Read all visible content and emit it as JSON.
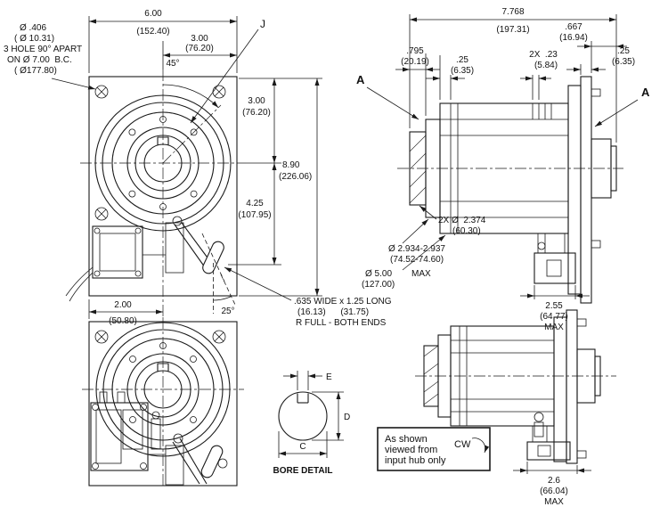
{
  "meta": {
    "description": "Clutch brake dimensional engineering drawing",
    "line_color": "#1a1a1a",
    "bg_color": "#ffffff"
  },
  "front_view": {
    "width": "6.00",
    "width_mm": "(152.40)",
    "half_width": "3.00",
    "half_width_mm": "(76.20)",
    "angle_top": "45°",
    "j_label": "J",
    "hole_note": [
      "Ø .406",
      "( Ø 10.31)",
      "3 HOLE 90° APART",
      "ON Ø 7.00  B.C.",
      "( Ø177.80)"
    ],
    "right_dim_1": "3.00",
    "right_dim_1_mm": "(76.20)",
    "right_dim_2": "8.90",
    "right_dim_2_mm": "(226.06)",
    "right_dim_3": "4.25",
    "right_dim_3_mm": "(107.95)",
    "bottom_dim": "2.00",
    "bottom_dim_mm": "(50.80)",
    "slot_angle": "25°",
    "slot_note": [
      ".635 WIDE x 1.25 LONG",
      "(16.13)      (31.75)",
      "R FULL - BOTH ENDS"
    ]
  },
  "side_view": {
    "overall": "7.768",
    "overall_mm": "(197.31)",
    "dim_667": ".667",
    "dim_667_mm": "(16.94)",
    "dim_795": ".795",
    "dim_795_mm": "(20.19)",
    "dim_25_left": ".25",
    "dim_25_left_mm": "(6.35)",
    "dim_23": "2X  .23",
    "dim_23_mm": "(5.84)",
    "dim_25_right": ".25",
    "dim_25_right_mm": "(6.35)",
    "section_label_left": "A",
    "section_label_right": "A",
    "hub_dia": "2X Ø  2.374",
    "hub_dia_mm": "(60.30)",
    "pilot_dia": "Ø 2.934-2.937",
    "pilot_dia_mm": "(74.52-74.60)",
    "max_dia": "Ø 5.00",
    "max_dia_mm": "(127.00)",
    "max_dia_note": "MAX",
    "bracket_width": "2.55",
    "bracket_width_mm": "(64.77)",
    "bracket_width_note": "MAX"
  },
  "bore_detail": {
    "e": "E",
    "d": "D",
    "c": "C",
    "caption": "BORE DETAIL"
  },
  "note_box": {
    "line1": "As shown",
    "line2": "viewed from",
    "line3": "input hub only",
    "rotation": "CW"
  },
  "side_view_2": {
    "bracket_width": "2.6",
    "bracket_width_mm": "(66.04)",
    "bracket_width_note": "MAX"
  }
}
